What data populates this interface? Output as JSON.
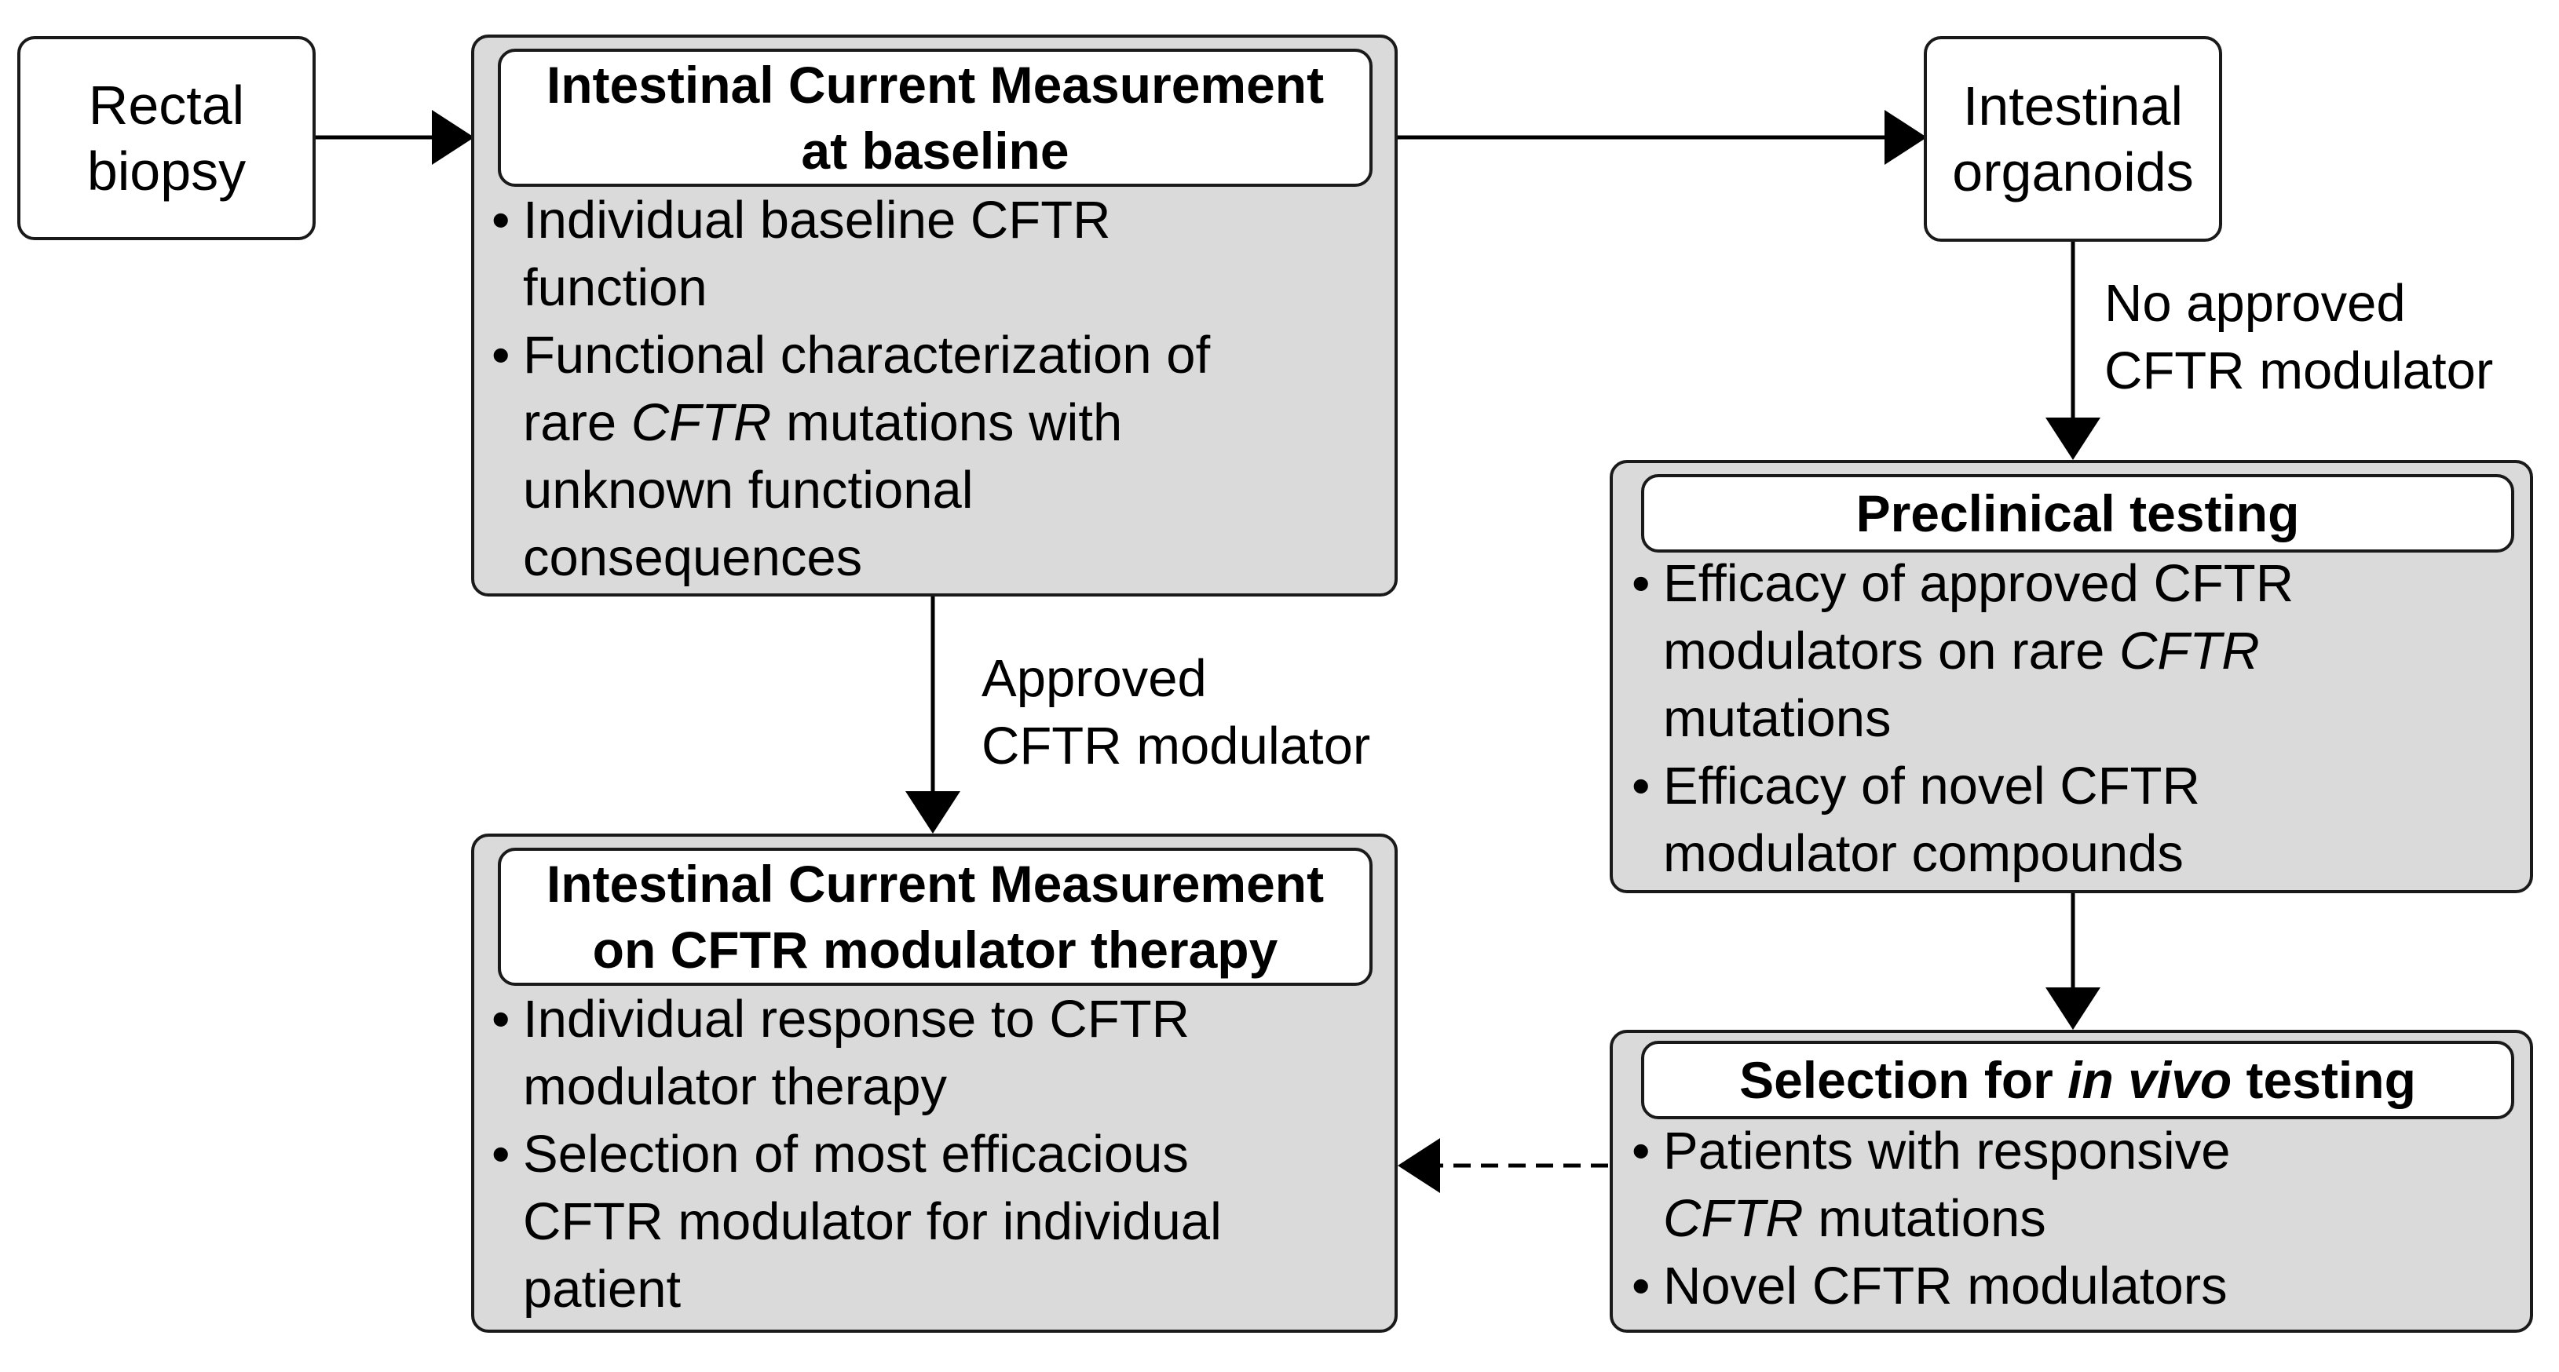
{
  "nodes": {
    "rectal_biopsy": {
      "lines": [
        "Rectal",
        "biopsy"
      ]
    },
    "icm_baseline": {
      "title_lines": [
        "Intestinal Current Measurement",
        "at baseline"
      ],
      "bullets": [
        [
          {
            "t": "Individual baseline CFTR"
          },
          {
            "br": true
          },
          {
            "t": "function"
          }
        ],
        [
          {
            "t": "Functional characterization of"
          },
          {
            "br": true
          },
          {
            "t": "rare "
          },
          {
            "t": "CFTR",
            "i": true
          },
          {
            "t": " mutations with"
          },
          {
            "br": true
          },
          {
            "t": "unknown functional"
          },
          {
            "br": true
          },
          {
            "t": "consequences"
          }
        ]
      ]
    },
    "organoids": {
      "lines": [
        "Intestinal",
        "organoids"
      ]
    },
    "preclinical": {
      "title_lines": [
        "Preclinical testing"
      ],
      "bullets": [
        [
          {
            "t": "Efficacy of approved CFTR"
          },
          {
            "br": true
          },
          {
            "t": "modulators on rare "
          },
          {
            "t": "CFTR",
            "i": true
          },
          {
            "br": true
          },
          {
            "t": "mutations"
          }
        ],
        [
          {
            "t": "Efficacy of novel CFTR"
          },
          {
            "br": true
          },
          {
            "t": "modulator compounds"
          }
        ]
      ]
    },
    "icm_therapy": {
      "title_lines": [
        "Intestinal Current Measurement",
        "on CFTR modulator therapy"
      ],
      "bullets": [
        [
          {
            "t": "Individual response to CFTR"
          },
          {
            "br": true
          },
          {
            "t": "modulator therapy"
          }
        ],
        [
          {
            "t": "Selection of most efficacious"
          },
          {
            "br": true
          },
          {
            "t": "CFTR modulator for individual"
          },
          {
            "br": true
          },
          {
            "t": "patient"
          }
        ]
      ]
    },
    "selection": {
      "title_segments": [
        {
          "t": "Selection for "
        },
        {
          "t": "in vivo",
          "i": true
        },
        {
          "t": " testing"
        }
      ],
      "bullets": [
        [
          {
            "t": "Patients with responsive"
          },
          {
            "br": true
          },
          {
            "t": "CFTR",
            "i": true
          },
          {
            "t": " mutations"
          }
        ],
        [
          {
            "t": "Novel CFTR modulators"
          }
        ]
      ]
    }
  },
  "edge_labels": {
    "no_approved": [
      "No approved",
      "CFTR modulator"
    ],
    "approved": [
      "Approved",
      "CFTR modulator"
    ]
  },
  "colors": {
    "box_fill": "#dadada",
    "border": "#1a1a1a"
  }
}
